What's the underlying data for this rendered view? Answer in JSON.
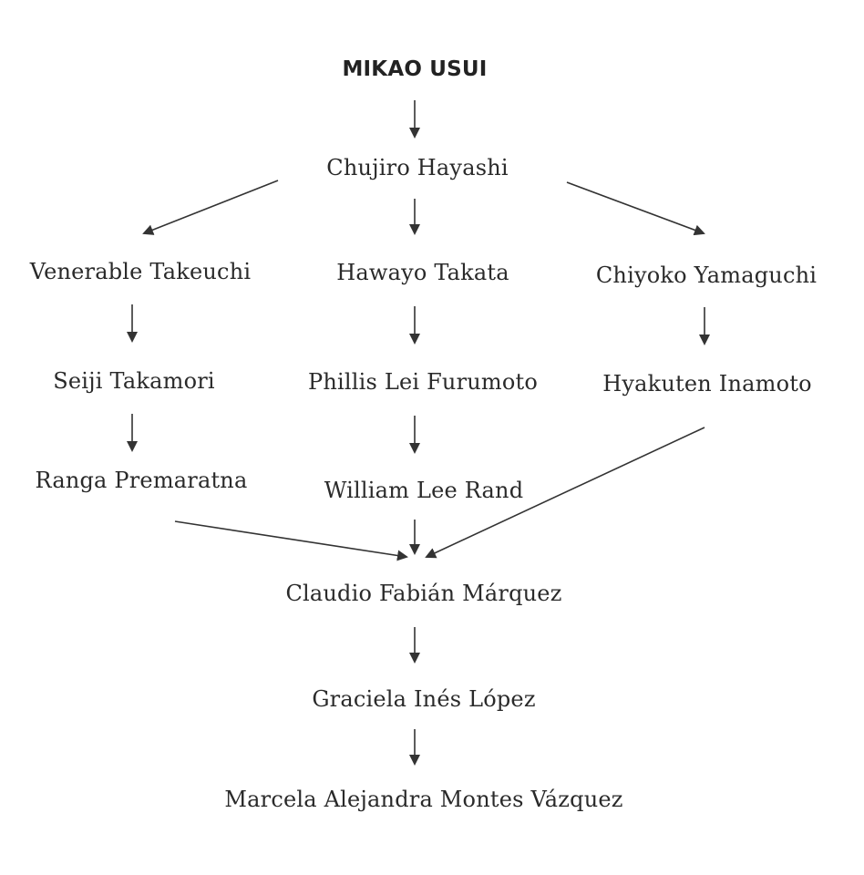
{
  "root": "MIKAO USUI",
  "levels": {
    "l1": "Chujiro Hayashi",
    "l2": [
      "Venerable Takeuchi",
      "Hawayo Takata",
      "Chiyoko Yamaguchi"
    ],
    "l3": [
      "Seiji Takamori",
      "Phillis Lei Furumoto",
      "Hyakuten Inamoto"
    ],
    "l4": [
      "Ranga Premaratna",
      "William Lee Rand"
    ],
    "l5": "Claudio Fabián Márquez",
    "l6": "Graciela Inés López",
    "l7": "Marcela Alejandra Montes Vázquez"
  },
  "colors": {
    "text": "#2a2a2a",
    "arrow": "#333333",
    "background": "#ffffff"
  }
}
